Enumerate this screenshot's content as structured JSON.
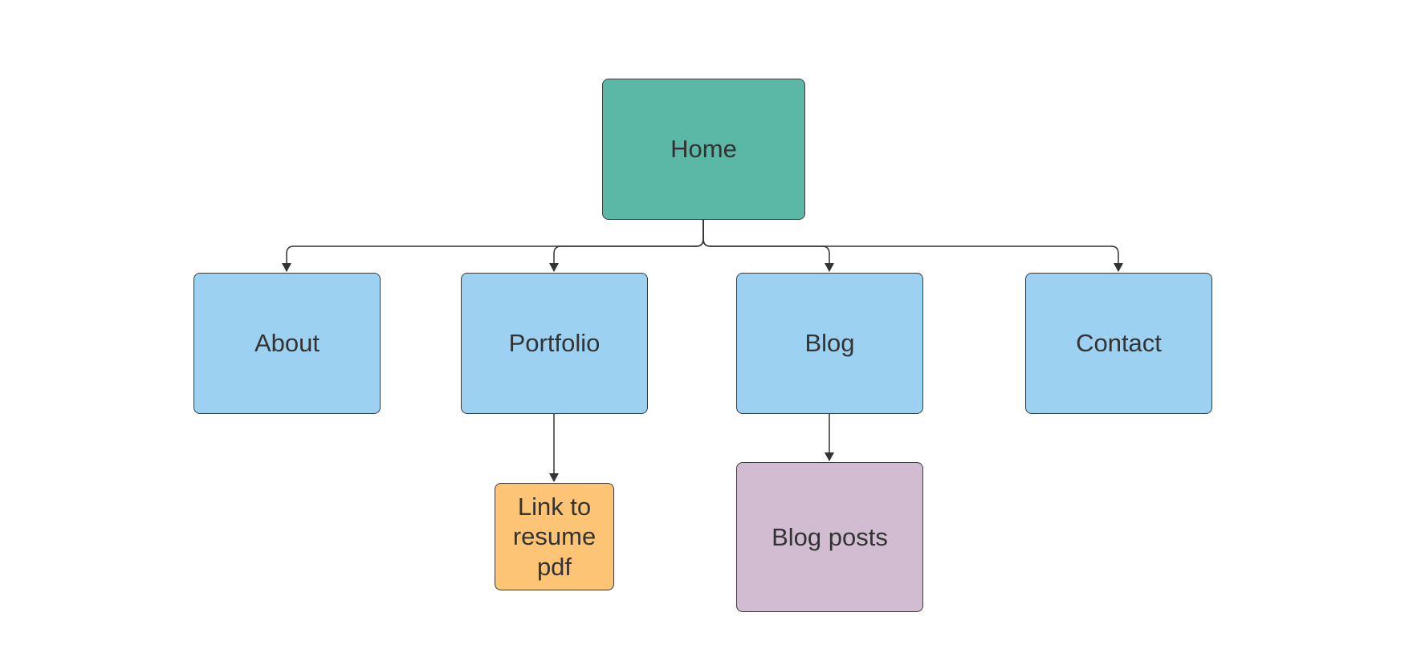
{
  "diagram": {
    "nodes": {
      "home": {
        "label": "Home",
        "color": "#5bb8a6"
      },
      "about": {
        "label": "About",
        "color": "#9dd1f1"
      },
      "portfolio": {
        "label": "Portfolio",
        "color": "#9dd1f1"
      },
      "blog": {
        "label": "Blog",
        "color": "#9dd1f1"
      },
      "contact": {
        "label": "Contact",
        "color": "#9dd1f1"
      },
      "resume": {
        "label": "Link to resume pdf",
        "color": "#fec475"
      },
      "blog_posts": {
        "label": "Blog posts",
        "color": "#d2bcd2"
      }
    },
    "edges": [
      {
        "from": "Home",
        "to": "About"
      },
      {
        "from": "Home",
        "to": "Portfolio"
      },
      {
        "from": "Home",
        "to": "Blog"
      },
      {
        "from": "Home",
        "to": "Contact"
      },
      {
        "from": "Portfolio",
        "to": "Link to resume pdf"
      },
      {
        "from": "Blog",
        "to": "Blog posts"
      }
    ],
    "line_color": "#333333"
  }
}
